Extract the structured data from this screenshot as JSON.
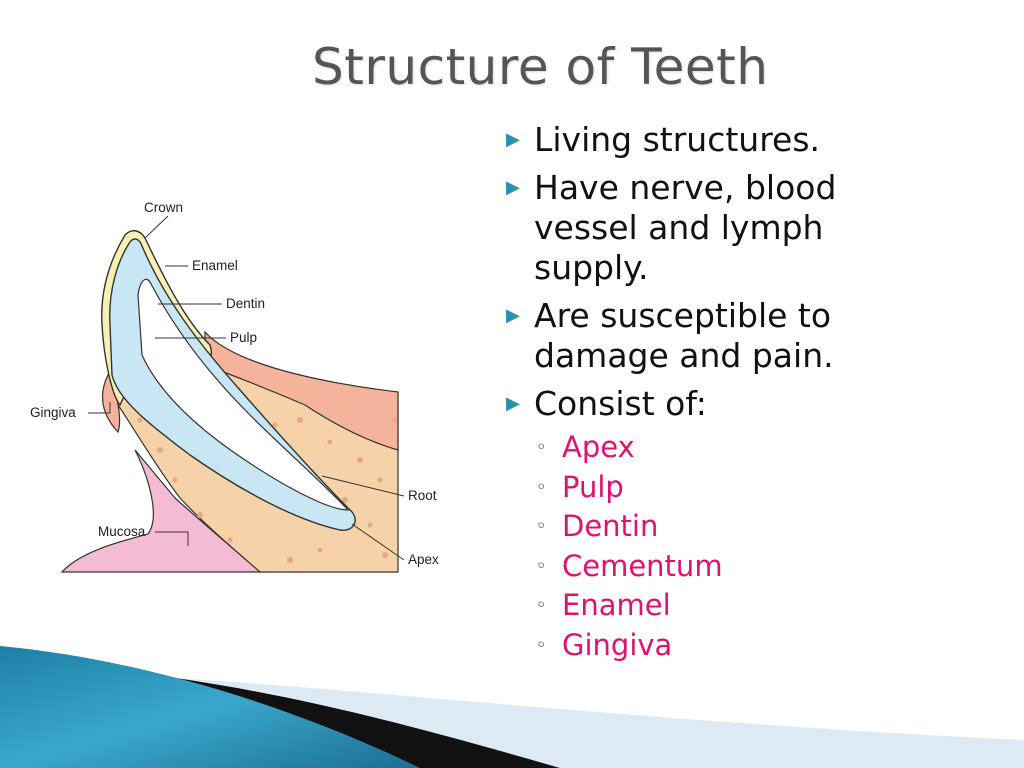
{
  "title": "Structure of Teeth",
  "bullets": [
    {
      "text": "Living structures."
    },
    {
      "text": "Have nerve, blood vessel and lymph supply."
    },
    {
      "text": "Are susceptible to damage and pain."
    },
    {
      "text": "Consist of:"
    }
  ],
  "sub_items": [
    "Apex",
    "Pulp",
    "Dentin",
    "Cementum",
    "Enamel",
    "Gingiva"
  ],
  "diagram_labels": {
    "crown": "Crown",
    "enamel": "Enamel",
    "dentin": "Dentin",
    "pulp": "Pulp",
    "gingiva": "Gingiva",
    "root": "Root",
    "mucosa": "Mucosa",
    "apex": "Apex"
  },
  "colors": {
    "accent": "#2a8fb0",
    "subtext": "#e0116f",
    "title": "#555555"
  }
}
